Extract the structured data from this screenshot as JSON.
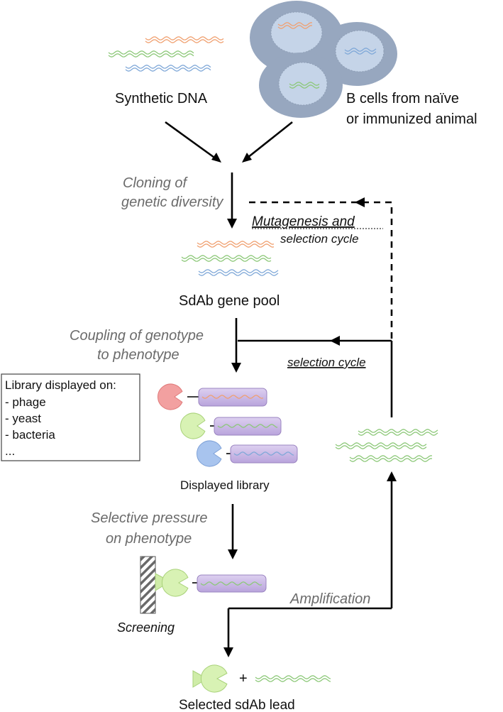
{
  "sources": {
    "synthetic_label": "Synthetic DNA",
    "bcells_line1": "B cells from naïve",
    "bcells_line2": "or immunized animal"
  },
  "steps": {
    "cloning_line1": "Cloning of",
    "cloning_line2": "genetic diversity",
    "mutagenesis_line1": "Mutagenesis and",
    "mutagenesis_line2": "selection cycle",
    "gene_pool": "SdAb gene pool",
    "coupling_line1": "Coupling of genotype",
    "coupling_line2": "to phenotype",
    "selection_cycle": "selection cycle",
    "displayed_library": "Displayed library",
    "pressure_line1": "Selective pressure",
    "pressure_line2": "on phenotype",
    "screening": "Screening",
    "amplification": "Amplification",
    "plus": "+",
    "selected_lead": "Selected sdAb lead"
  },
  "library_box": {
    "title": "Library displayed on:",
    "items": [
      "- phage",
      "- yeast",
      "- bacteria",
      "..."
    ]
  },
  "colors": {
    "dna_orange": "#f0a070",
    "dna_green": "#8cc878",
    "dna_blue": "#7fa8d8",
    "cell_outer": "#97a7bf",
    "cell_nucleus": "#c5d4e8",
    "capsule": "#cbb8e4",
    "head_red": "#f2a0a0",
    "head_green": "#d8f2b4",
    "head_blue": "#a8c4ee",
    "step_text": "#6b6b6b"
  }
}
